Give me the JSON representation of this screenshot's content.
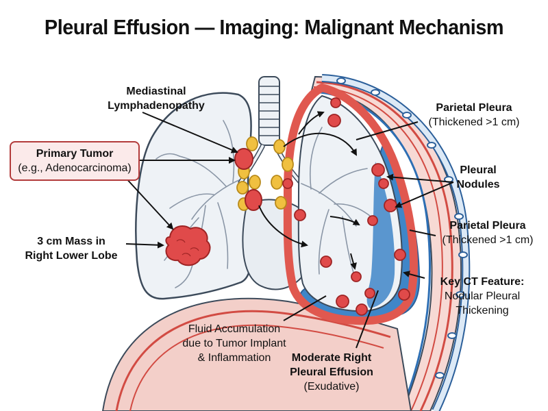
{
  "title": "Pleural Effusion — Imaging: Malignant Mechanism",
  "labels": {
    "mediastinal": {
      "l1": "Mediastinal",
      "l2": "Lymphadenopathy"
    },
    "primary": {
      "l1": "Primary Tumor",
      "l2": "(e.g., Adenocarcinoma)"
    },
    "mass": {
      "l1": "3 cm Mass in",
      "l2": "Right Lower Lobe"
    },
    "parietal_top": {
      "l1": "Parietal Pleura",
      "l2": "(Thickened >1 cm)"
    },
    "nodules": {
      "l1": "Pleural",
      "l2": "Nodules"
    },
    "parietal_mid": {
      "l1": "Parietal Pleura",
      "l2": "(Thickened >1 cm)"
    },
    "key_ct": {
      "l1": "Key CT Feature:",
      "l2": "Nodular Pleural",
      "l3": "Thickening"
    },
    "fluid": {
      "l1": "Fluid Accumulation",
      "l2": "due to Tumor Implant",
      "l3": "& Inflammation"
    },
    "effusion": {
      "l1": "Moderate Right",
      "l2": "Pleural Effusion",
      "l3": "(Exudative)"
    }
  },
  "colors": {
    "lung_fill": "#eef2f6",
    "outline": "#3c4a5a",
    "tumor": "#e04a4a",
    "pleura": "#e0584f",
    "effusion": "#3f86c8",
    "lymph": "#f0c040",
    "label_box": "#fbeaea"
  }
}
